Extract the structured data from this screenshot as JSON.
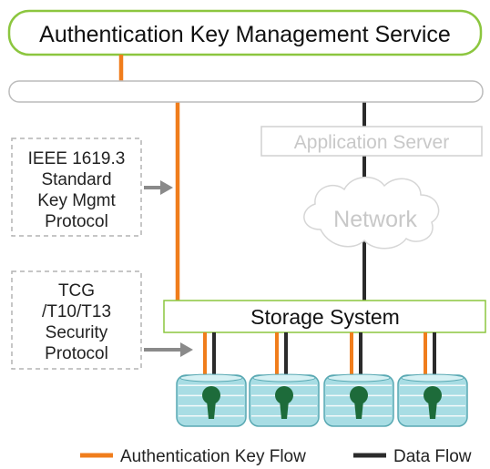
{
  "header": {
    "title": "Authentication Key Management Service"
  },
  "nodes": {
    "application_server": "Application Server",
    "network": "Network",
    "storage_system": "Storage System"
  },
  "protocols": {
    "ieee": [
      "IEEE 1619.3",
      "Standard",
      "Key Mgmt",
      "Protocol"
    ],
    "tcg": [
      "TCG",
      "/T10/T13",
      "Security",
      "Protocol"
    ]
  },
  "legend": {
    "auth_key_flow": "Authentication Key Flow",
    "data_flow": "Data Flow"
  },
  "colors": {
    "auth_flow": "#f07d1c",
    "data_flow": "#2b2b2b",
    "header_border": "#8cc63f",
    "dashed_box": "#b3b3b3",
    "arrow": "#8a8a8a",
    "muted_text": "#c8c8c8",
    "disk_fill": "#a8dde4",
    "disk_stroke": "#5aa9b3",
    "lock": "#1d6b3a"
  },
  "disks": [
    {
      "icon": "disk-lock-icon"
    },
    {
      "icon": "disk-lock-icon"
    },
    {
      "icon": "disk-lock-icon"
    },
    {
      "icon": "disk-lock-icon"
    }
  ]
}
